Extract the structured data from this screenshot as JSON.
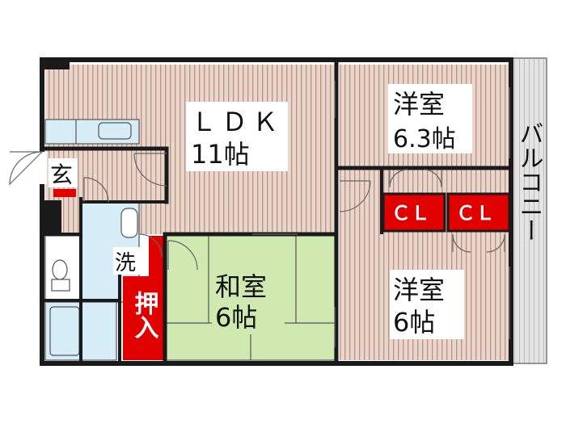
{
  "rooms": {
    "ldk": {
      "name": "ＬＤＫ",
      "size": "11帖"
    },
    "western1": {
      "name": "洋室",
      "size": "6.3帖"
    },
    "western2": {
      "name": "洋室",
      "size": "6帖"
    },
    "japanese": {
      "name": "和室",
      "size": "6帖"
    },
    "balcony": {
      "name": "バルコニー"
    },
    "entrance": {
      "name": "玄"
    },
    "washroom": {
      "name": "洗"
    },
    "oshiire": {
      "name": "押入"
    },
    "closet1": {
      "name": "ＣＬ"
    },
    "closet2": {
      "name": "ＣＬ"
    }
  },
  "colors": {
    "wall": "#1a1a1a",
    "floor_wood": "#e8d3c8",
    "floor_stripe": "#b99a8a",
    "tatami": "#cfe9b0",
    "closet_red": "#e00000",
    "water": "#d6ecf7",
    "balcony": "#e3e3e3"
  }
}
